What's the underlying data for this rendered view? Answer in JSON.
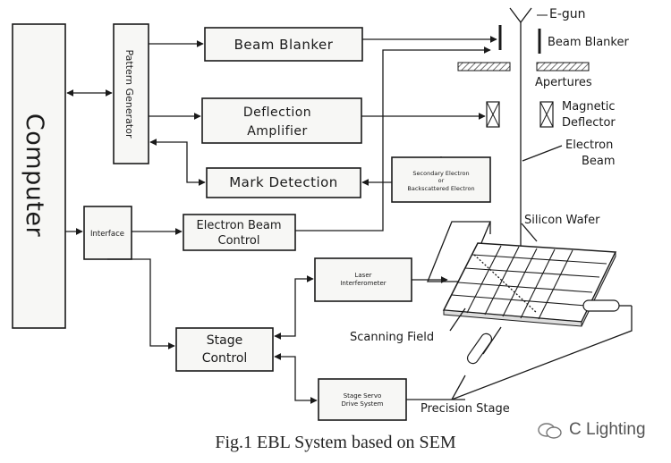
{
  "blocks": {
    "computer": "Computer",
    "pattern_generator": "Pattern Generator",
    "beam_blanker": "Beam Blanker",
    "deflection_amplifier_line1": "Deflection",
    "deflection_amplifier_line2": "Amplifier",
    "mark_detection": "Mark Detection",
    "secondary_electron_line1": "Secondary Electron",
    "secondary_electron_line2": "or",
    "secondary_electron_line3": "Backscattered Electron",
    "interface": "Interface",
    "electron_beam_control_line1": "Electron Beam",
    "electron_beam_control_line2": "Control",
    "laser_interferometer_line1": "Laser",
    "laser_interferometer_line2": "Interferometer",
    "stage_control_line1": "Stage",
    "stage_control_line2": "Control",
    "stage_servo_line1": "Stage Servo",
    "stage_servo_line2": "Drive System"
  },
  "column_labels": {
    "egun": "E-gun",
    "beam_blanker": "Beam Blanker",
    "apertures": "Apertures",
    "magnetic_deflector_line1": "Magnetic",
    "magnetic_deflector_line2": "Deflector",
    "electron_beam_line1": "Electron",
    "electron_beam_line2": "Beam",
    "silicon_wafer": "Silicon Wafer",
    "scanning_field": "Scanning Field",
    "precision_stage": "Precision Stage"
  },
  "caption": "Fig.1   EBL System based on SEM",
  "watermark": "C Lighting"
}
